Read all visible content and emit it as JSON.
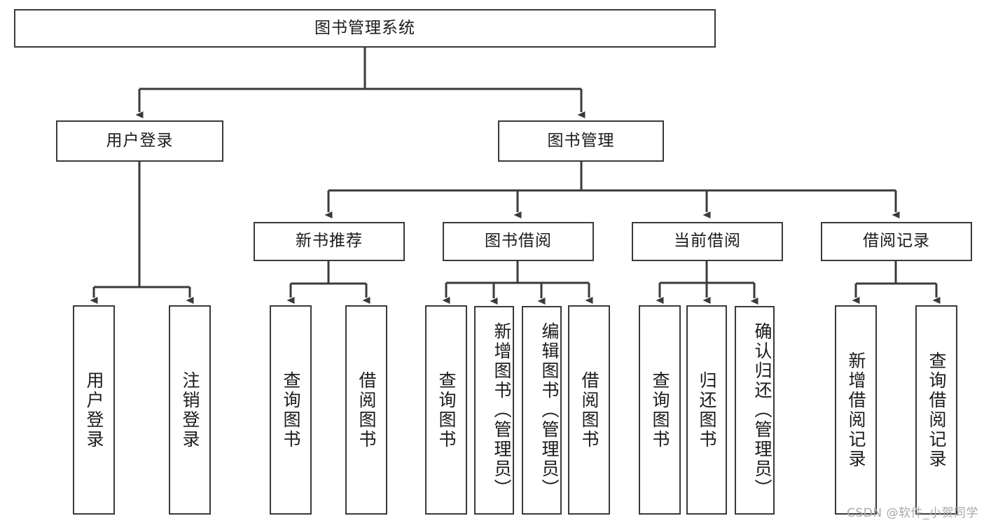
{
  "diagram": {
    "title": "图书管理系统",
    "type": "tree",
    "levels": {
      "root": {
        "label": "图书管理系统"
      },
      "level2": [
        {
          "id": "user-login",
          "label": "用户登录"
        },
        {
          "id": "book-manage",
          "label": "图书管理"
        }
      ],
      "level3": [
        {
          "id": "new-book-recommend",
          "label": "新书推荐",
          "parent": "book-manage"
        },
        {
          "id": "book-borrow",
          "label": "图书借阅",
          "parent": "book-manage"
        },
        {
          "id": "current-borrow",
          "label": "当前借阅",
          "parent": "book-manage"
        },
        {
          "id": "borrow-record",
          "label": "借阅记录",
          "parent": "book-manage"
        }
      ],
      "leaves": [
        {
          "id": "leaf-user-login",
          "label": "用户登录",
          "parent": "user-login"
        },
        {
          "id": "leaf-user-logout",
          "label": "注销登录",
          "parent": "user-login"
        },
        {
          "id": "leaf-query-book-1",
          "label": "查询图书",
          "parent": "new-book-recommend"
        },
        {
          "id": "leaf-borrow-book-1",
          "label": "借阅图书",
          "parent": "new-book-recommend"
        },
        {
          "id": "leaf-query-book-2",
          "label": "查询图书",
          "parent": "book-borrow"
        },
        {
          "id": "leaf-add-book",
          "label": "新增图书（管理员）",
          "parent": "book-borrow"
        },
        {
          "id": "leaf-edit-book",
          "label": "编辑图书（管理员）",
          "parent": "book-borrow"
        },
        {
          "id": "leaf-borrow-book-2",
          "label": "借阅图书",
          "parent": "book-borrow"
        },
        {
          "id": "leaf-query-book-3",
          "label": "查询图书",
          "parent": "current-borrow"
        },
        {
          "id": "leaf-return-book",
          "label": "归还图书",
          "parent": "current-borrow"
        },
        {
          "id": "leaf-confirm-return",
          "label": "确认归还（管理员）",
          "parent": "current-borrow"
        },
        {
          "id": "leaf-add-record",
          "label": "新增借阅记录",
          "parent": "borrow-record"
        },
        {
          "id": "leaf-query-record",
          "label": "查询借阅记录",
          "parent": "borrow-record"
        }
      ]
    },
    "colors": {
      "stroke": "#3a3a3a",
      "background": "#ffffff",
      "text": "#1b1b1b",
      "watermark": "#a9a9a9"
    }
  },
  "watermark": {
    "text": "CSDN @软件_小贺同学"
  }
}
